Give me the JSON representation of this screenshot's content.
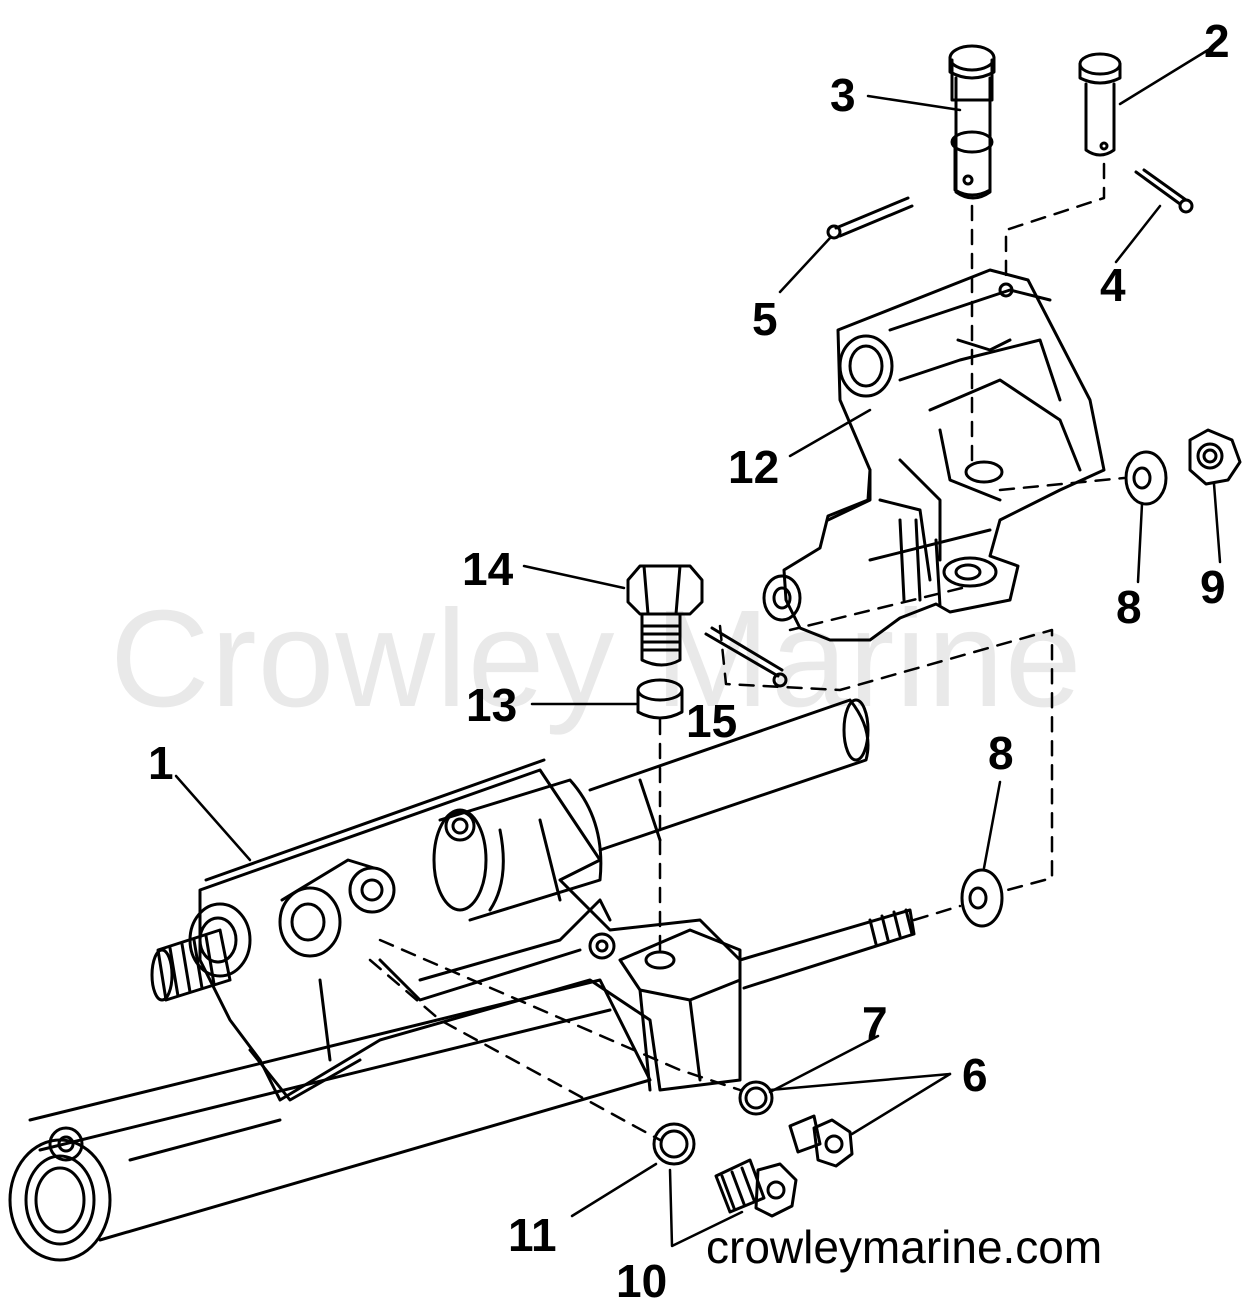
{
  "watermark": "Crowley Marine",
  "site_url": "crowleymarine.com",
  "colors": {
    "ink": "#000000",
    "paper": "#ffffff",
    "watermark": "#e9e9e9"
  },
  "callouts": [
    {
      "id": "1",
      "label": "1"
    },
    {
      "id": "2",
      "label": "2"
    },
    {
      "id": "3",
      "label": "3"
    },
    {
      "id": "4",
      "label": "4"
    },
    {
      "id": "5",
      "label": "5"
    },
    {
      "id": "6",
      "label": "6"
    },
    {
      "id": "7",
      "label": "7"
    },
    {
      "id": "8a",
      "label": "8"
    },
    {
      "id": "8b",
      "label": "8"
    },
    {
      "id": "9",
      "label": "9"
    },
    {
      "id": "10",
      "label": "10"
    },
    {
      "id": "11",
      "label": "11"
    },
    {
      "id": "12",
      "label": "12"
    },
    {
      "id": "13",
      "label": "13"
    },
    {
      "id": "14",
      "label": "14"
    },
    {
      "id": "15",
      "label": "15"
    }
  ]
}
